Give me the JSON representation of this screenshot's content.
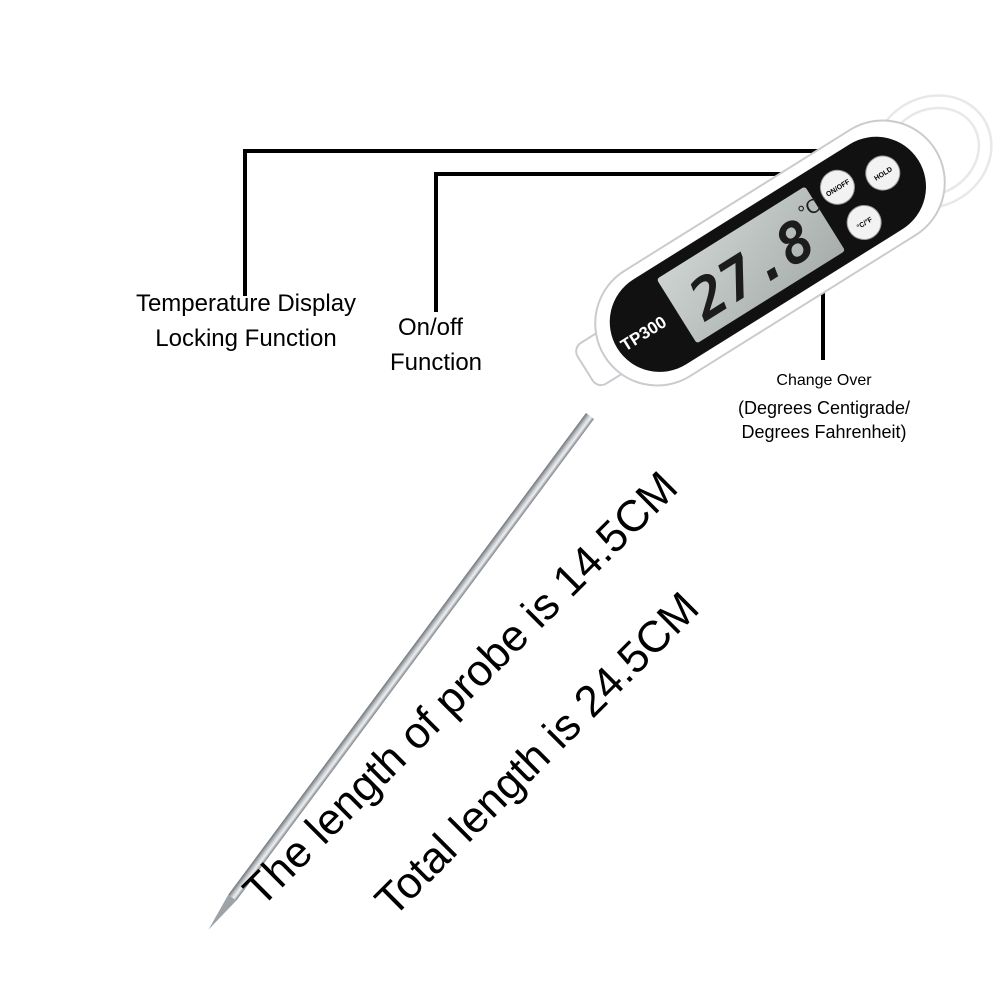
{
  "device": {
    "model": "TP300",
    "reading": "27.8",
    "unit": "°C",
    "buttons": {
      "onoff": "ON/OFF",
      "hold": "HOLD",
      "unit_toggle": "°C/°F"
    }
  },
  "callouts": {
    "hold": {
      "line1": "Temperature Display",
      "line2": "Locking Function"
    },
    "power": {
      "line1": "On/off",
      "line2": "Function"
    },
    "unit": {
      "line1": "Change Over",
      "line2": "(Degrees Centigrade/",
      "line3": "Degrees Fahrenheit)"
    }
  },
  "specs": {
    "probe_length": "The length of probe is 14.5CM",
    "total_length": "Total length is 24.5CM"
  },
  "colors": {
    "body": "#ffffff",
    "face": "#111111",
    "lcd": "#b9c0bd",
    "probe": "#b8bcbf"
  }
}
